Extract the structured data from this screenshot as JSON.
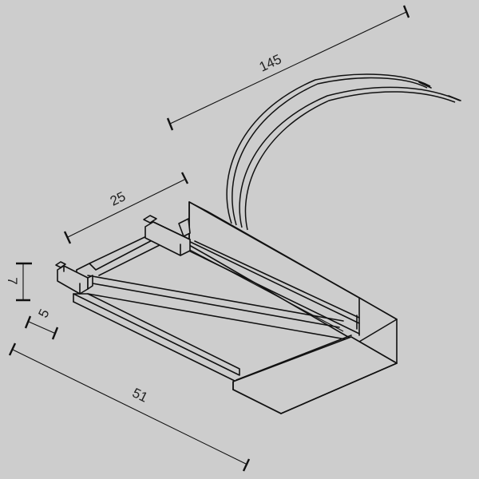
{
  "drawing": {
    "type": "isometric technical line drawing",
    "subject": "track connector / power feed housing with two lead wires",
    "background_color": "#cdcdcd",
    "line_color": "#111111",
    "units": "mm"
  },
  "dimensions": {
    "wire_length": {
      "label": "145",
      "value": 145
    },
    "width": {
      "label": "25",
      "value": 25
    },
    "height": {
      "label": "7",
      "value": 7
    },
    "rail_offset": {
      "label": "5",
      "value": 5
    },
    "length": {
      "label": "51",
      "value": 51
    }
  }
}
